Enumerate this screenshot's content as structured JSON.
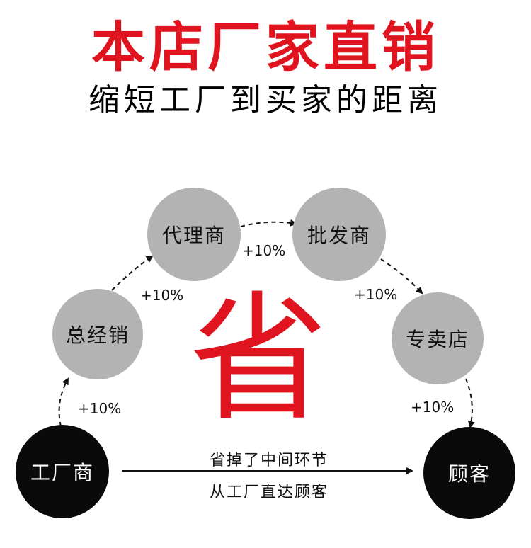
{
  "header": {
    "title": "本店厂家直销",
    "subtitle": "缩短工厂到买家的距离"
  },
  "colors": {
    "title_red": "#e0141e",
    "gray_node": "#b3b3b3",
    "black_node": "#0a0a0a",
    "save_red": "#e0141e"
  },
  "nodes": {
    "factory": "工厂商",
    "general_distributor": "总经销",
    "agent": "代理商",
    "wholesaler": "批发商",
    "retail_store": "专卖店",
    "customer": "顾客"
  },
  "markups": {
    "factory_to_general": "+10%",
    "general_to_agent": "+10%",
    "agent_to_wholesaler": "+10%",
    "wholesaler_to_store": "+10%",
    "store_to_customer": "+10%"
  },
  "center": {
    "save_char": "省"
  },
  "direct_route": {
    "line1": "省掉了中间环节",
    "line2": "从工厂直达顾客"
  }
}
